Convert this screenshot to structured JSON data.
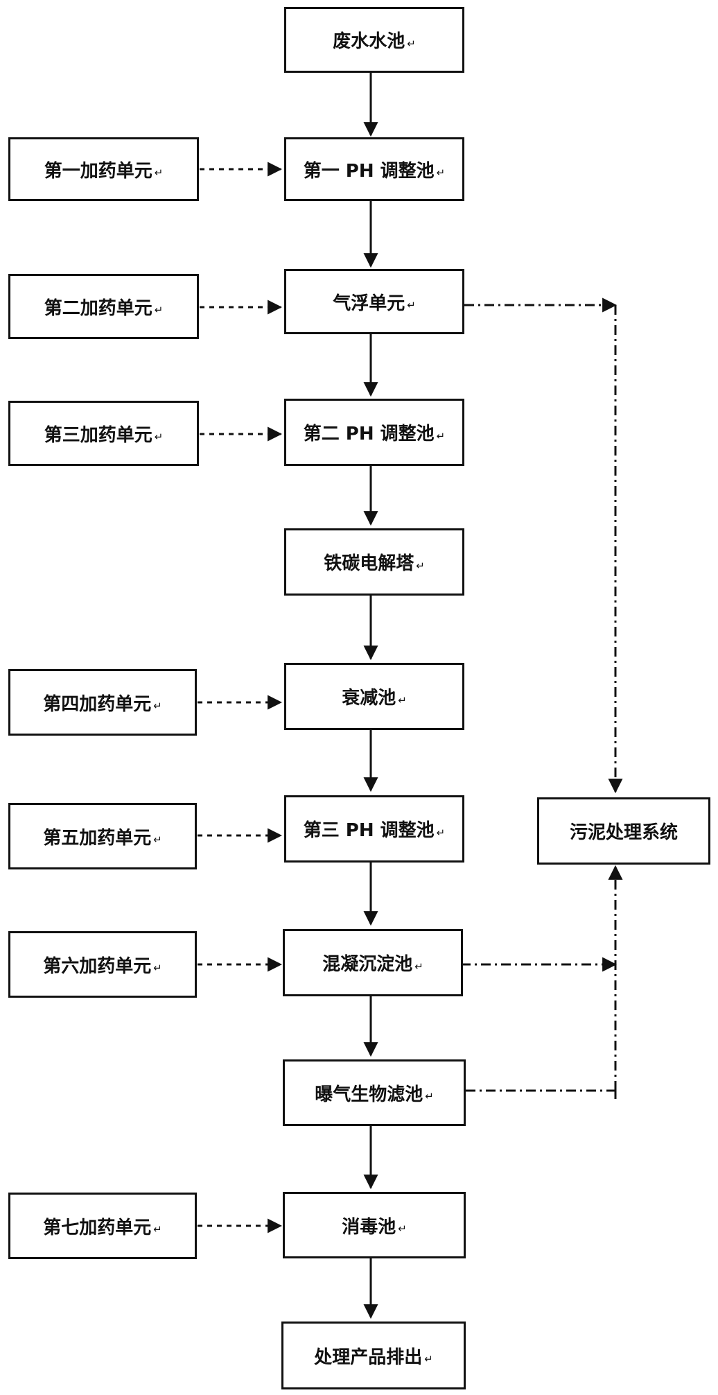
{
  "diagram": {
    "nodes": [
      {
        "id": "wastewater_pool",
        "label": "废水水池"
      },
      {
        "id": "ph1",
        "label": "第一 PH 调整池"
      },
      {
        "id": "flotation",
        "label": "气浮单元"
      },
      {
        "id": "ph2",
        "label": "第二 PH 调整池"
      },
      {
        "id": "iron_carbon",
        "label": "铁碳电解塔"
      },
      {
        "id": "decay",
        "label": "衰减池"
      },
      {
        "id": "ph3",
        "label": "第三 PH 调整池"
      },
      {
        "id": "coagulation",
        "label": "混凝沉淀池"
      },
      {
        "id": "baf",
        "label": "曝气生物滤池"
      },
      {
        "id": "disinfection",
        "label": "消毒池"
      },
      {
        "id": "discharge",
        "label": "处理产品排出"
      },
      {
        "id": "dose1",
        "label": "第一加药单元"
      },
      {
        "id": "dose2",
        "label": "第二加药单元"
      },
      {
        "id": "dose3",
        "label": "第三加药单元"
      },
      {
        "id": "dose4",
        "label": "第四加药单元"
      },
      {
        "id": "dose5",
        "label": "第五加药单元"
      },
      {
        "id": "dose6",
        "label": "第六加药单元"
      },
      {
        "id": "dose7",
        "label": "第七加药单元"
      },
      {
        "id": "sludge",
        "label": "污泥处理系统"
      }
    ],
    "paragraph_mark": "↵",
    "edges": {
      "main_flow_solid": [
        [
          "wastewater_pool",
          "ph1"
        ],
        [
          "ph1",
          "flotation"
        ],
        [
          "flotation",
          "ph2"
        ],
        [
          "ph2",
          "iron_carbon"
        ],
        [
          "iron_carbon",
          "decay"
        ],
        [
          "decay",
          "ph3"
        ],
        [
          "ph3",
          "coagulation"
        ],
        [
          "coagulation",
          "baf"
        ],
        [
          "baf",
          "disinfection"
        ],
        [
          "disinfection",
          "discharge"
        ]
      ],
      "dosing_dashed": [
        [
          "dose1",
          "ph1"
        ],
        [
          "dose2",
          "flotation"
        ],
        [
          "dose3",
          "ph2"
        ],
        [
          "dose4",
          "decay"
        ],
        [
          "dose5",
          "ph3"
        ],
        [
          "dose6",
          "coagulation"
        ],
        [
          "dose7",
          "disinfection"
        ]
      ],
      "sludge_dashdot": [
        [
          "flotation",
          "sludge"
        ],
        [
          "coagulation",
          "sludge"
        ],
        [
          "baf",
          "sludge"
        ]
      ]
    }
  }
}
